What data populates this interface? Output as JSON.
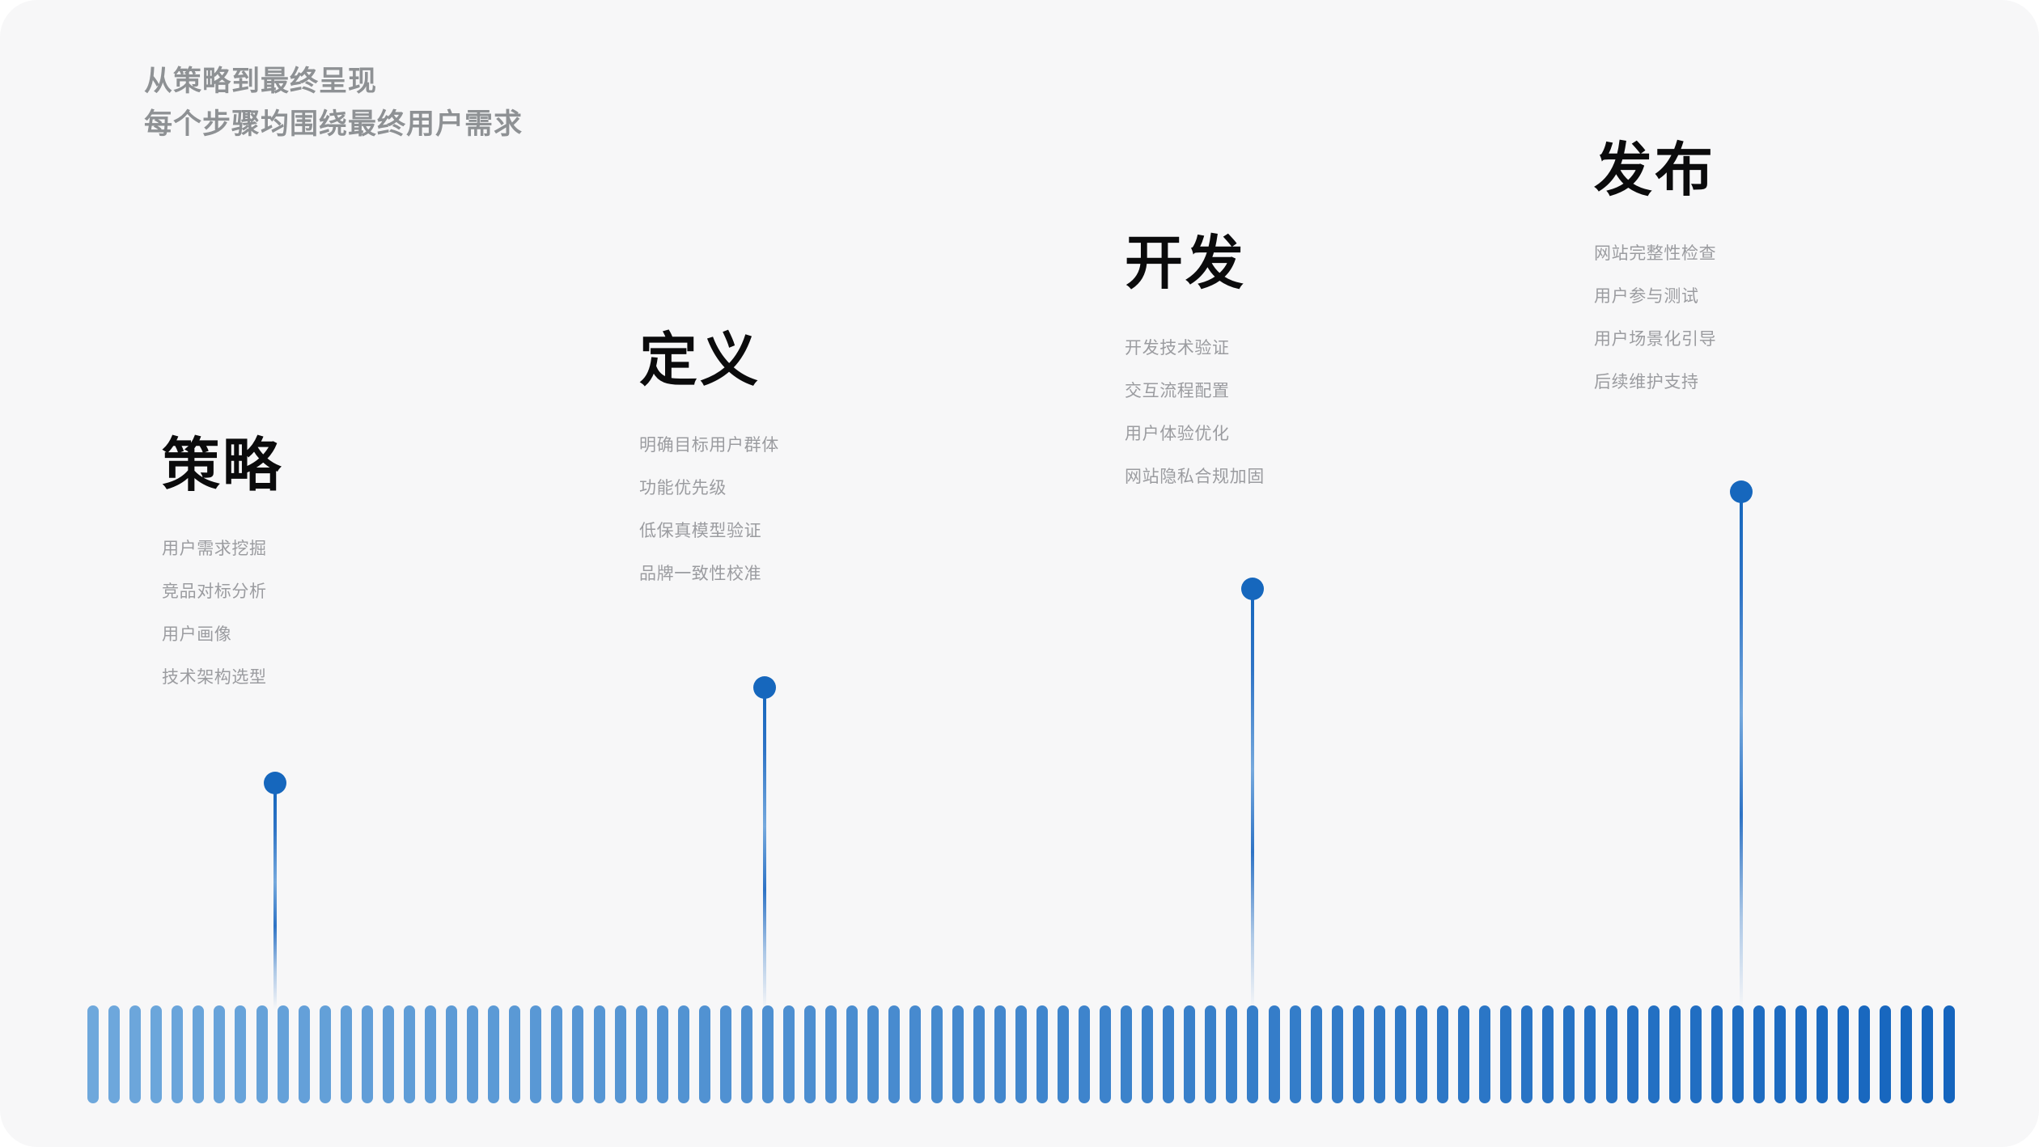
{
  "header": {
    "line1": "从策略到最终呈现",
    "line2": "每个步骤均围绕最终用户需求",
    "color": "#8e9194"
  },
  "theme": {
    "background": "#f7f7f8",
    "accent_dark": "#1667bd",
    "accent_mid": "#2f72c4",
    "accent_light": "#6ea8dc",
    "title_color": "#0b0b0c",
    "body_color": "#9b9ca0"
  },
  "milestones": [
    {
      "title": "策略",
      "items": [
        "用户需求挖掘",
        "竞品对标分析",
        "用户画像",
        "技术架构选型"
      ]
    },
    {
      "title": "定义",
      "items": [
        "明确目标用户群体",
        "功能优先级",
        "低保真模型验证",
        "品牌一致性校准"
      ]
    },
    {
      "title": "开发",
      "items": [
        "开发技术验证",
        "交互流程配置",
        "用户体验优化",
        "网站隐私合规加固"
      ]
    },
    {
      "title": "发布",
      "items": [
        "网站完整性检查",
        "用户参与测试",
        "用户场景化引导",
        "后续维护支持"
      ]
    }
  ],
  "barcode": {
    "count": 89,
    "gradient_from": "#6ea8dc",
    "gradient_to": "#1565be"
  },
  "chart_data": {
    "type": "bar",
    "title": "从策略到最终呈现",
    "subtitle": "每个步骤均围绕最终用户需求",
    "categories": [
      "策略",
      "定义",
      "开发",
      "发布"
    ],
    "values": [
      1,
      2,
      3,
      4
    ],
    "value_meaning": "milestone stage height along ascending timeline",
    "xlabel": "",
    "ylabel": "",
    "grid": false,
    "legend": "none",
    "annotations": [
      {
        "stage": "策略",
        "details": [
          "用户需求挖掘",
          "竞品对标分析",
          "用户画像",
          "技术架构选型"
        ]
      },
      {
        "stage": "定义",
        "details": [
          "明确目标用户群体",
          "功能优先级",
          "低保真模型验证",
          "品牌一致性校准"
        ]
      },
      {
        "stage": "开发",
        "details": [
          "开发技术验证",
          "交互流程配置",
          "用户体验优化",
          "网站隐私合规加固"
        ]
      },
      {
        "stage": "发布",
        "details": [
          "网站完整性检查",
          "用户参与测试",
          "用户场景化引导",
          "后续维护支持"
        ]
      }
    ],
    "baseline_bars": 89
  }
}
